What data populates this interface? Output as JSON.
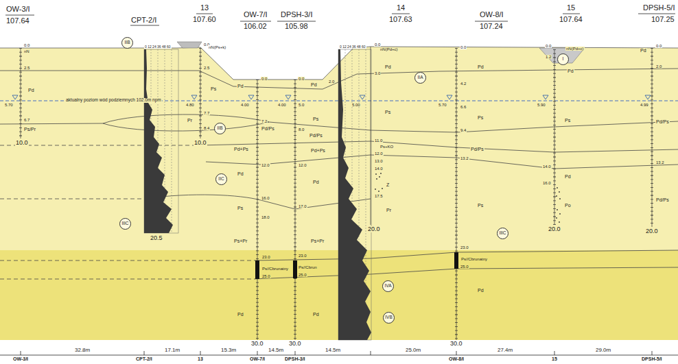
{
  "diagram": {
    "nodes": [
      {
        "text": [
          "IIB"
        ]
      },
      {
        "text": [
          "IIA"
        ]
      },
      {
        "text": [
          "I"
        ]
      },
      {
        "text": [
          "IIB"
        ]
      },
      {
        "text": [
          "IIC"
        ]
      },
      {
        "text": [
          "IIIC"
        ]
      },
      {
        "text": [
          "IIIC"
        ]
      },
      {
        "text": [
          "IVA"
        ]
      },
      {
        "text": [
          "IVB"
        ]
      }
    ],
    "labels": [
      "OW-3/I",
      "107.64",
      "CPT-2/I",
      "13",
      "107.60",
      "OW-7/I",
      "106.02",
      "DPSH-3/I",
      "105.98",
      "14",
      "107.63",
      "OW-8/I",
      "107.24",
      "15",
      "107.64",
      "DPSH-5/I",
      "107.25",
      "aktualny poziom wód podziemnych 102.0m npm",
      "0.0",
      "nN",
      "2.5",
      "Pd",
      "5.70",
      "6.7",
      "Ps/Pr",
      "10.0",
      "0 12 24 36 48 60",
      "20.5",
      "0.0",
      "nN(Ps+k)",
      "2.5",
      "Ps",
      "4.80",
      "7.7",
      "Pr",
      "8.4",
      "10.0",
      "0.0",
      "Pd",
      "4.00",
      "7.2",
      "Pd/Ps",
      "Pd+Ps",
      "12.0",
      "Pd",
      "16.0",
      "Ps",
      "18.0",
      "Ps+Pr",
      "23.0",
      "Ps//Cbrunatny",
      "25.0",
      "Pd",
      "30.0",
      "0.0",
      "Pd",
      "4.00",
      "5.0",
      "Ps",
      "8.0",
      "Pd/Ps",
      "Pd+Ps",
      "12.0",
      "Pd",
      "17.0",
      "Ps+Pr",
      "23.0",
      "Ps//Cbrun",
      "25.0",
      "Pd",
      "30.0",
      "0 12 24 36 48 60",
      "0.0",
      "nN(Pd+c)",
      "Pd",
      "2.0",
      "3.0",
      "5.00",
      "Ps",
      "11.0",
      "Ps+KO",
      "12.0",
      "13.0",
      "14.0",
      "Z",
      "17.5",
      "Pr",
      "20.0",
      "0.0",
      "Pd",
      "4.2",
      "5.70",
      "6.6",
      "Ps",
      "9.4",
      "Pd/Ps",
      "13.2",
      "Ps",
      "23.0",
      "Ps//Cbrunatny",
      "25.0",
      "Pd",
      "30.0",
      "0.0",
      "nN(Pd+c)",
      "1.2",
      "Pd",
      "5.90",
      "Ps",
      "14.0",
      "Pd",
      "16.0",
      "Po",
      "20.0",
      "Pd",
      "0.0",
      "2.0",
      "4.99",
      "Pd/Ps",
      "13.2",
      "Pd/Ps",
      "20.0",
      "32.8m",
      "17.1m",
      "15.3m",
      "14.5m",
      "14.5m",
      "25.0m",
      "27.4m",
      "29.0m",
      "OW-3/I",
      "CPT-2/I",
      "13",
      "OW-7/I",
      "DPSH-3/I",
      "OW-8/I",
      "15",
      "DPSH-5/I"
    ]
  }
}
